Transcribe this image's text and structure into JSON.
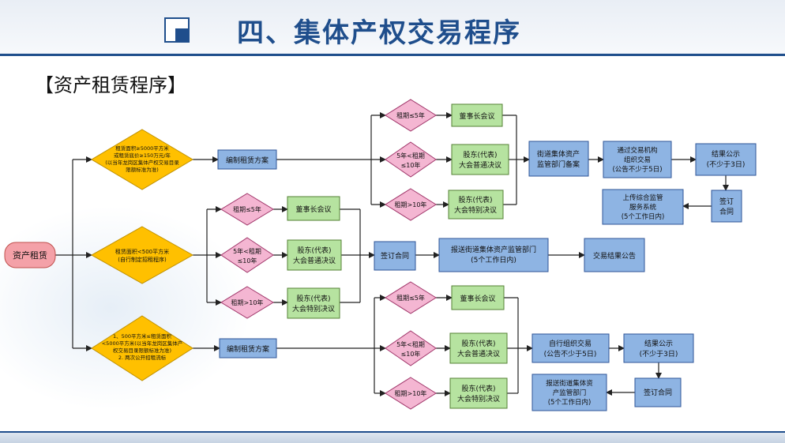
{
  "header": {
    "title": "四、集体产权交易程序",
    "subtitle": "【资产租赁程序】"
  },
  "nodes": {
    "start": "资产租赁",
    "cond_large": [
      "租赁面积≥5000平方米",
      "或租赁底价≥150万元/年",
      "(以当年龙岗区集体产权交易目录",
      "限额标准为准)"
    ],
    "cond_small": [
      "租赁面积<500平方米",
      "(自行制定招租程序)"
    ],
    "cond_mid": [
      "1、500平方米≤租赁面积",
      "<5000平方米(以当年龙岗区集体产",
      "权交易目录限额标准为准)",
      "2. 两次公开招租流标"
    ],
    "plan_a": "编制租赁方案",
    "plan_c": "编制租赁方案",
    "a_term1": "租期≤5年",
    "a_term2": [
      "5年<租期",
      "≤10年"
    ],
    "a_term3": "租期>10年",
    "a_dec1": "董事长会议",
    "a_dec2": [
      "股东(代表)",
      "大会普通决议"
    ],
    "a_dec3": [
      "股东(代表)",
      "大会特别决议"
    ],
    "a_file": [
      "街道集体资产",
      "监管部门备案"
    ],
    "a_trade": [
      "通过交易机构",
      "组织交易",
      "(公告不少于5日)"
    ],
    "a_publish": [
      "结果公示",
      "(不少于3日)"
    ],
    "a_sign": [
      "签订",
      "合同"
    ],
    "a_upload": [
      "上传综合监管",
      "服务系统",
      "(5个工作日内)"
    ],
    "b_term1": "租期≤5年",
    "b_term2": [
      "5年<租期",
      "≤10年"
    ],
    "b_term3": "租期>10年",
    "b_dec1": "董事长会议",
    "b_dec2": [
      "股东(代表)",
      "大会普通决议"
    ],
    "b_dec3": [
      "股东(代表)",
      "大会特别决议"
    ],
    "b_sign": "签订合同",
    "b_report": [
      "报送街道集体资产监管部门",
      "(5个工作日内)"
    ],
    "b_announce": "交易结果公告",
    "c_term1": "租期≤5年",
    "c_term2": [
      "5年<租期",
      "≤10年"
    ],
    "c_term3": "租期>10年",
    "c_dec1": "董事长会议",
    "c_dec2": [
      "股东(代表)",
      "大会普通决议"
    ],
    "c_dec3": [
      "股东(代表)",
      "大会特别决议"
    ],
    "c_trade": [
      "自行组织交易",
      "(公告不少于5日)"
    ],
    "c_publish": [
      "结果公示",
      "(不少于3日)"
    ],
    "c_sign": "签订合同",
    "c_report": [
      "报送街道集体资",
      "产监管部门",
      "(5个工作日内)"
    ]
  },
  "colors": {
    "box": "#8eb4e3",
    "decision_yellow": "#ffc000",
    "decision_pink": "#f4b6d2",
    "green": "#b6e3a0",
    "start": "#f4a1a8",
    "title": "#1f4e8c"
  }
}
